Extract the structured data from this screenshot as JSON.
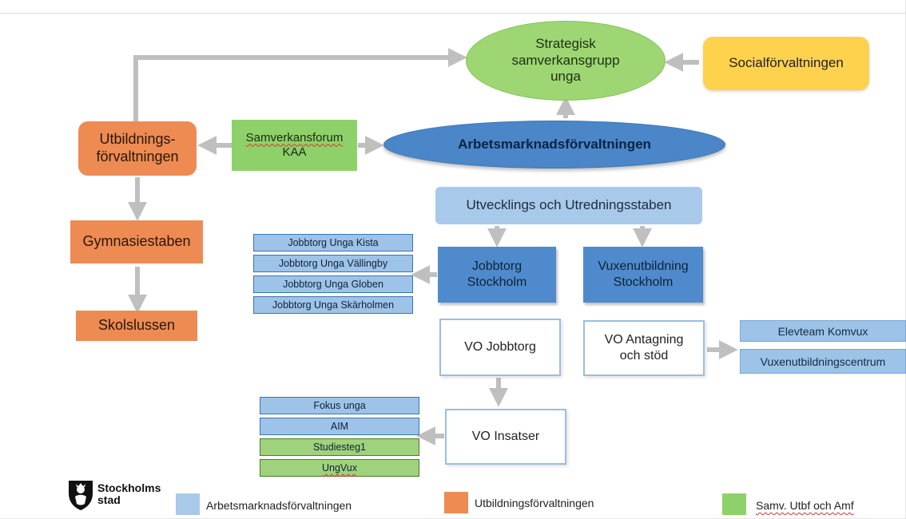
{
  "nodes": {
    "strategisk": "Strategisk samverkansgrupp unga",
    "social": "Socialförvaltningen",
    "utbildning": "Utbildnings- förvaltningen",
    "samverkansforum_line1": "Samverkansforum",
    "samverkansforum_line2": "KAA",
    "arbetsmarknad": "Arbetsmarknadsförvaltningen",
    "utvecklings": "Utvecklings och Utredningsstaben",
    "gymnasiestaben": "Gymnasiestaben",
    "skolslussen": "Skolslussen",
    "jobbtorg_stockholm": "Jobbtorg Stockholm",
    "vuxenutbildning_stockholm": "Vuxenutbildning Stockholm",
    "vo_jobbtorg": "VO Jobbtorg",
    "vo_antagning": "VO Antagning och stöd",
    "vo_insatser": "VO Insatser"
  },
  "jobbtorg_list": [
    "Jobbtorg Unga Kista",
    "Jobbtorg Unga Vällingby",
    "Jobbtorg Unga Globen",
    "Jobbtorg Unga Skärholmen"
  ],
  "insatser_list": [
    {
      "label": "Fokus unga",
      "group": "blue"
    },
    {
      "label": "AIM",
      "group": "blue"
    },
    {
      "label": "Studiesteg1",
      "group": "green"
    },
    {
      "label": "UngVux",
      "group": "green"
    }
  ],
  "antagning_list": [
    "Elevteam Komvux",
    "Vuxenutbildningscentrum"
  ],
  "legend": [
    {
      "label": "Arbetsmarknadsförvaltningen",
      "color": "#a8c9ea"
    },
    {
      "label": "Utbildningsförvaltningen",
      "color": "#ed8b52"
    },
    {
      "label": "Samv. Utbf och Amf",
      "color": "#8ed16a"
    }
  ],
  "logo": {
    "line1": "Stockholms",
    "line2": "stad",
    "icon": "stockholm-crest-icon"
  },
  "colors": {
    "arrow": "#bfbfbf",
    "green": "#8ed16a",
    "orange": "#ed8b52",
    "yellow": "#ffd24d",
    "blue_dark": "#4a86c8",
    "blue_light": "#a8c9ea"
  }
}
